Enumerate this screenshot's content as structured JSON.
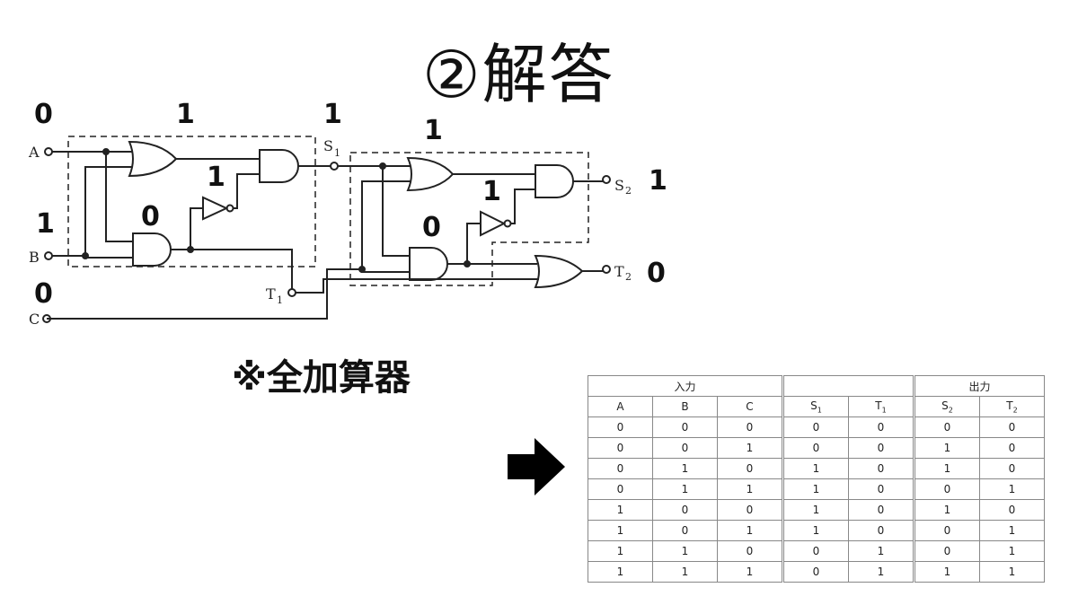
{
  "title": "②解答",
  "note": "※全加算器",
  "circuit": {
    "terminals": {
      "a": "A",
      "b": "B",
      "c": "C",
      "s1": "S",
      "t1": "T",
      "s2": "S",
      "t2": "T",
      "sub1": "1",
      "sub2": "2"
    },
    "annotations": {
      "a_in": "0",
      "or1_out": "1",
      "s1_out": "1",
      "not1_out": "1",
      "b_in": "1",
      "and1_out": "0",
      "c_in": "0",
      "or2_out": "1",
      "not2_out": "1",
      "and2_out": "0",
      "s2_out": "1",
      "t2_out": "0"
    }
  },
  "truth_table": {
    "group_headers": [
      "入力",
      "",
      "出力"
    ],
    "columns": [
      "A",
      "B",
      "C",
      "S",
      "T",
      "S",
      "T"
    ],
    "column_subscripts": [
      "",
      "",
      "",
      "1",
      "1",
      "2",
      "2"
    ],
    "rows": [
      [
        "0",
        "0",
        "0",
        "0",
        "0",
        "0",
        "0"
      ],
      [
        "0",
        "0",
        "1",
        "0",
        "0",
        "1",
        "0"
      ],
      [
        "0",
        "1",
        "0",
        "1",
        "0",
        "1",
        "0"
      ],
      [
        "0",
        "1",
        "1",
        "1",
        "0",
        "0",
        "1"
      ],
      [
        "1",
        "0",
        "0",
        "1",
        "0",
        "1",
        "0"
      ],
      [
        "1",
        "0",
        "1",
        "1",
        "0",
        "0",
        "1"
      ],
      [
        "1",
        "1",
        "0",
        "0",
        "1",
        "0",
        "1"
      ],
      [
        "1",
        "1",
        "1",
        "0",
        "1",
        "1",
        "1"
      ]
    ]
  }
}
